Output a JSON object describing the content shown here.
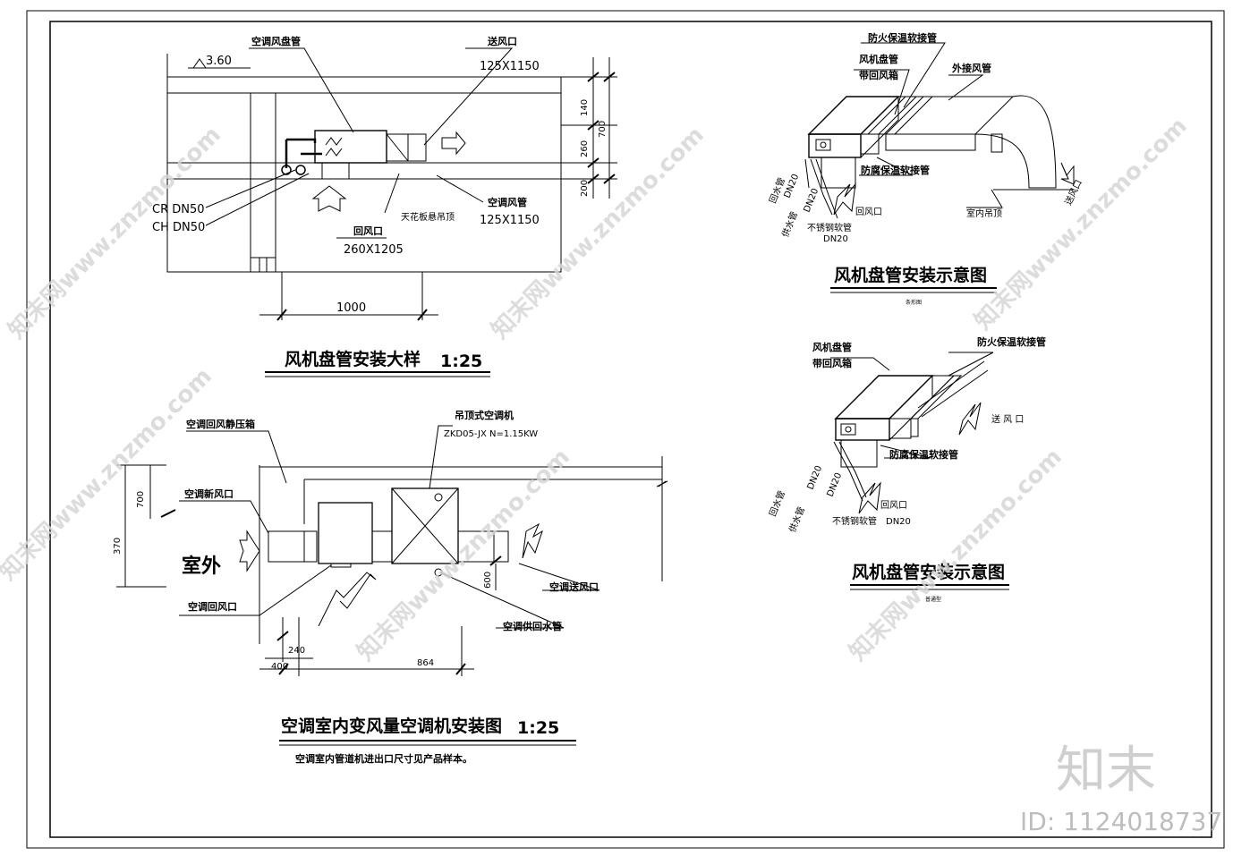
{
  "detail1": {
    "elevation": "3.60",
    "coil_label": "空调风盘管",
    "supply_outlet": "送风口",
    "supply_size": "125X1150",
    "dim_140": "140",
    "dim_700": "700",
    "dim_260": "260",
    "dim_200": "200",
    "cr": "CR DN50",
    "ch": "CH DN50",
    "ac_duct": "空调风管",
    "ac_duct_size": "125X1150",
    "return_outlet": "回风口",
    "return_size": "260X1205",
    "ceiling_hanger": "天花板悬吊顶",
    "dim_1000": "1000",
    "title": "风机盘管安装大样",
    "scale": "1:25"
  },
  "detail2": {
    "fire_flex": "防火保温软接管",
    "coil": "风机盘管",
    "coil_box": "带回风箱",
    "ext_duct": "外接风管",
    "anti_flex": "防腐保温软接管",
    "return_pipe": "回水管",
    "supply_pipe": "供水管",
    "dn20a": "DN20",
    "dn20b": "DN20",
    "dn20c": "DN20",
    "return_outlet": "回风口",
    "steel_hose": "不锈钢软管",
    "supply_outlet": "送风口",
    "room_ceiling": "室内吊顶",
    "title": "风机盘管安装示意图",
    "subtitle": "条形图"
  },
  "detail3": {
    "coil": "风机盘管",
    "coil_box": "带回风箱",
    "fire_flex": "防火保温软接管",
    "supply_outlet": "送 风 口",
    "anti_flex": "防腐保温软接管",
    "dn20a": "DN20",
    "dn20b": "DN20",
    "dn20c": "DN20",
    "return_pipe": "回水管",
    "supply_pipe": "供水管",
    "return_outlet": "回风口",
    "steel_hose": "不锈钢软管",
    "title": "风机盘管安装示意图",
    "subtitle": "普通型"
  },
  "detail4": {
    "plenum": "空调回风静压箱",
    "unit": "吊顶式空调机",
    "model": "ZKD05-JX  N=1.15KW",
    "fresh_air": "空调新风口",
    "dim_700": "700",
    "dim_370": "370",
    "outdoor": "室外",
    "return_outlet": "空调回风口",
    "supply_outlet": "空调送风口",
    "water_pipe": "空调供回水管",
    "dim_600": "600",
    "dim_240": "240",
    "dim_400": "400",
    "dim_864": "864",
    "title": "空调室内变风量空调机安装图",
    "scale": "1:25",
    "note": "空调室内管道机进出口尺寸见产品样本。"
  },
  "watermark": {
    "site": "知末网www.znzmo.com",
    "logo": "知末",
    "id": "ID: 1124018737"
  }
}
